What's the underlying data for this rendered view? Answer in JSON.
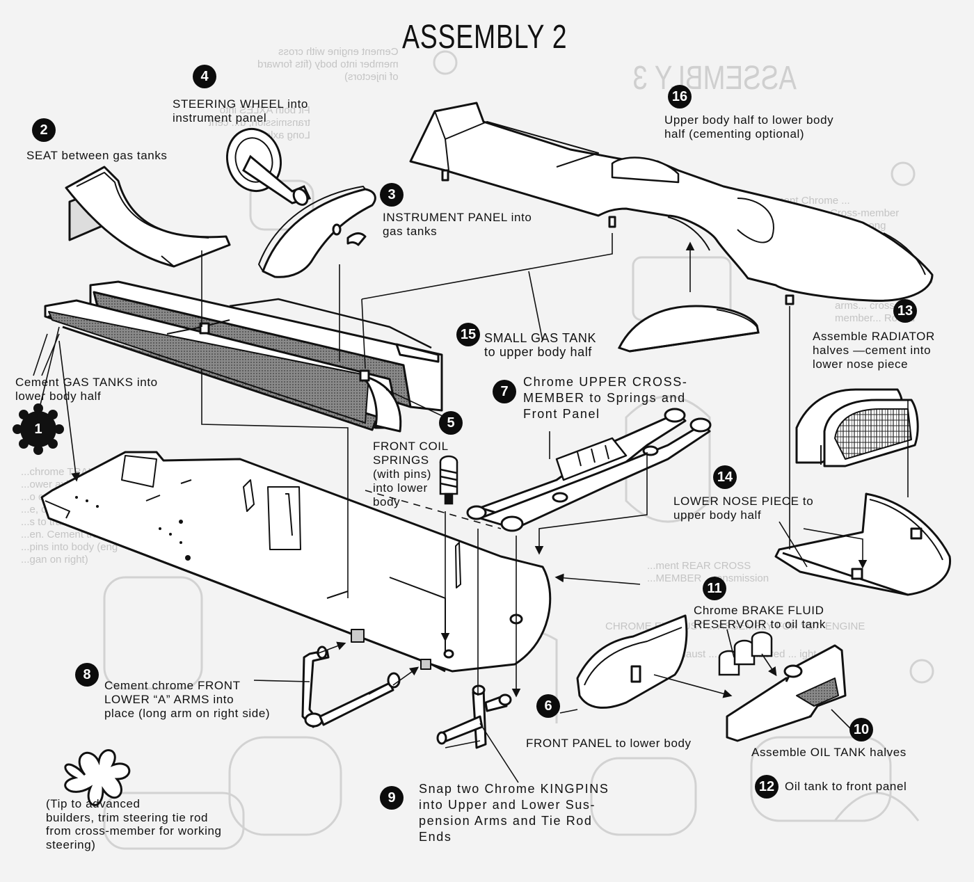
{
  "title": "ASSEMBLY 2",
  "steps": [
    {
      "num": "1",
      "text": "Cement GAS TANKS into\nlower body half"
    },
    {
      "num": "2",
      "text": "SEAT between gas tanks"
    },
    {
      "num": "3",
      "text": "INSTRUMENT PANEL into\ngas tanks"
    },
    {
      "num": "4",
      "text": "STEERING WHEEL into\ninstrument panel"
    },
    {
      "num": "5",
      "text": "FRONT COIL\nSPRINGS\n(with pins)\ninto lower\nbody"
    },
    {
      "num": "6",
      "text": "FRONT PANEL to lower body"
    },
    {
      "num": "7",
      "text": "Chrome UPPER CROSS-\nMEMBER to Springs and\nFront Panel"
    },
    {
      "num": "8",
      "text": "Cement chrome FRONT\nLOWER “A” ARMS into\nplace (long arm on right side)"
    },
    {
      "num": "9",
      "text": "Snap two Chrome KINGPINS\ninto Upper and Lower Sus-\npension Arms and Tie Rod\nEnds"
    },
    {
      "num": "10",
      "text": "Assemble OIL TANK halves"
    },
    {
      "num": "11",
      "text": "Chrome BRAKE FLUID\nRESERVOIR to oil tank"
    },
    {
      "num": "12",
      "text": "Oil tank to front panel"
    },
    {
      "num": "13",
      "text": "Assemble RADIATOR\nhalves —cement into\nlower nose piece"
    },
    {
      "num": "14",
      "text": "LOWER NOSE PIECE to\nupper body half"
    },
    {
      "num": "15",
      "text": "SMALL GAS TANK\nto upper body half"
    },
    {
      "num": "16",
      "text": "Upper body half to lower body\nhalf (cementing optional)"
    }
  ],
  "tip": "(Tip to advanced\nbuilders, trim steering tie rod\nfrom cross-member for working\nsteering)",
  "bleed_through": {
    "assembly3": "ASSEMBLY 3",
    "engine": "Cement engine with cross\nmember into body (fits forward\nof injectors)",
    "axles": "Fit both AXLES into\ntransmission, d... cent\nLong axle on ri...",
    "sway": "Cement Chrome ...\nSWAY BAR to Cross-member\nand Lower ... Arms—(Long\nSide to Right)",
    "springs": "Cement ... SPRINGS\nto pins on lower\narms... cross\nmember... Round",
    "trailing": "...chrome TRAILIN\n...ower axles. C\n...o contr\n...e, ce\n...s to trailing\n...en. Cement trail\n...pins into body (eng\n...gan on right)",
    "rear_cross": "...ment REAR CROSS\n...MEMBER ...ransmission",
    "exhaust": "CHROME EXHAUST ... ASSEMBLY FOR '427' ENGINE",
    "exhaust2": "Exhaust ... are numbered ... ight"
  }
}
